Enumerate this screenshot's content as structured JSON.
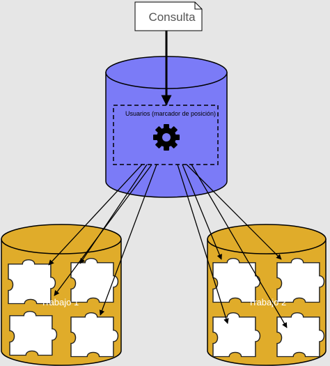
{
  "query_label": "Consulta",
  "central_label": "Usuarios (marcador de posición)",
  "gear_icon": "gear-icon",
  "puzzle_icon": "puzzle-piece-icon",
  "nodes": [
    {
      "label": "Trabajo 1"
    },
    {
      "label": "Trabajo 2"
    }
  ],
  "colors": {
    "background": "#e6e6e6",
    "central_db": "#7b7bf7",
    "node_db": "#e0ac2a",
    "line": "#000000",
    "puzzle": "#ffffff"
  }
}
